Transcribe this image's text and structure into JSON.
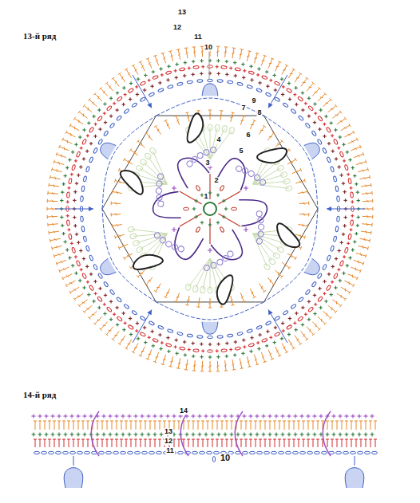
{
  "diagram": {
    "labels": [
      "13-й ряд",
      "13",
      "12",
      "11",
      "10",
      "9",
      "8",
      "7",
      "6",
      "5",
      "4",
      "3",
      "2",
      "1",
      "14-й ряд",
      "14",
      "13",
      "12",
      "11",
      "10"
    ]
  }
}
